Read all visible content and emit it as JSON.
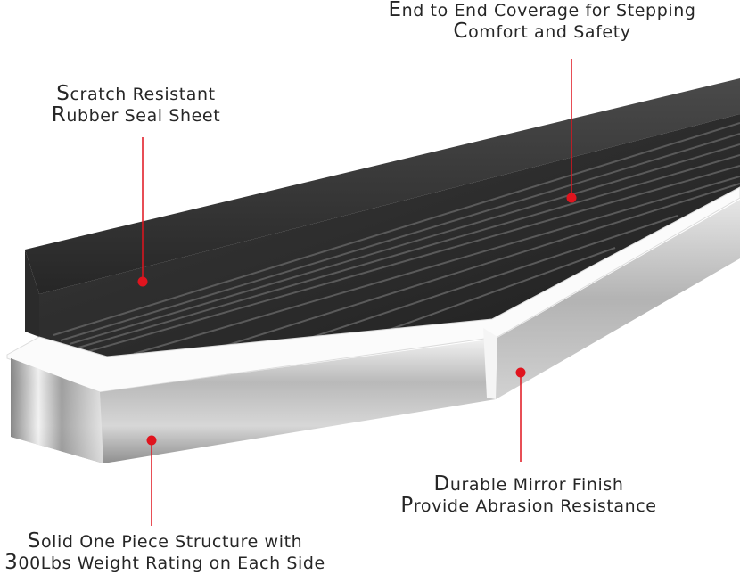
{
  "callouts": {
    "top": {
      "line1": "End to End Coverage for Stepping",
      "line2": "Comfort and Safety"
    },
    "left": {
      "line1": "Scratch Resistant",
      "line2": "Rubber Seal Sheet"
    },
    "right": {
      "line1": "Durable Mirror Finish",
      "line2": "Provide Abrasion Resistance"
    },
    "bottom": {
      "line1": "Solid One Piece Structure with",
      "line2": "300Lbs Weight Rating on Each Side"
    }
  },
  "colors": {
    "background": "#ffffff",
    "rubber": "#2a2a2a",
    "rubber_wall": "#3a3a3a",
    "steel": "#c9c9c9",
    "marker": "#e0141e",
    "text": "#262626"
  }
}
